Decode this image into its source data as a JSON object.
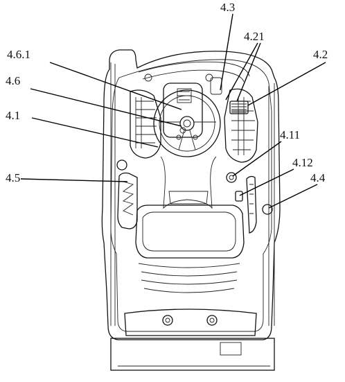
{
  "figure": {
    "callouts": [
      {
        "id": "c43",
        "label": "4.3"
      },
      {
        "id": "c421",
        "label": "4.21"
      },
      {
        "id": "c42",
        "label": "4.2"
      },
      {
        "id": "c461",
        "label": "4.6.1"
      },
      {
        "id": "c46",
        "label": "4.6"
      },
      {
        "id": "c41",
        "label": "4.1"
      },
      {
        "id": "c411",
        "label": "4.11"
      },
      {
        "id": "c412",
        "label": "4.12"
      },
      {
        "id": "c45",
        "label": "4.5"
      },
      {
        "id": "c44",
        "label": "4.4"
      }
    ],
    "colors": {
      "line": "#111111",
      "background": "#ffffff"
    }
  }
}
